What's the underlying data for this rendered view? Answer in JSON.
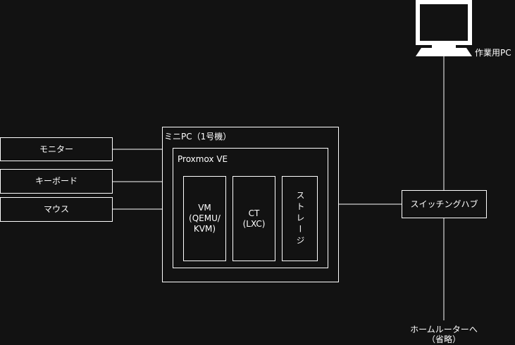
{
  "colors": {
    "background": "#121212",
    "stroke": "#ffffff",
    "text": "#ffffff"
  },
  "peripherals": {
    "monitor": "モニター",
    "keyboard": "キーボード",
    "mouse": "マウス"
  },
  "mini_pc": {
    "label": "ミニPC（1号機）",
    "proxmox": {
      "label": "Proxmox VE",
      "vm": "VM\n(QEMU/\nKVM)",
      "ct": "CT\n(LXC)",
      "storage": "ストレージ"
    }
  },
  "work_pc": {
    "label": "作業用PC",
    "icon": "desktop-computer-icon"
  },
  "switch": {
    "label": "スイッチングハブ"
  },
  "home_router": {
    "label": "ホームルーターへ\n（省略）"
  }
}
